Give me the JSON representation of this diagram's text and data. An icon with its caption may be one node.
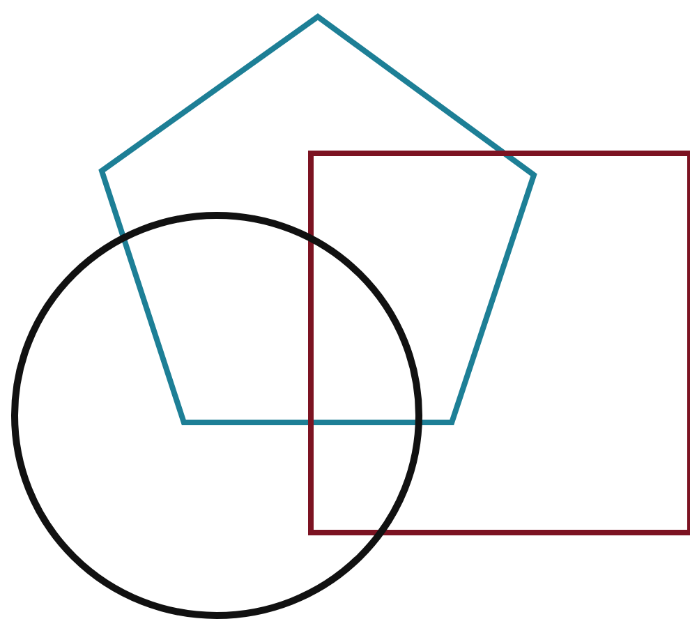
{
  "diagram": {
    "nodes": [
      {
        "text": [],
        "shape": "pentagon"
      },
      {
        "text": [],
        "shape": "box"
      },
      {
        "text": [],
        "shape": "circle"
      }
    ]
  }
}
